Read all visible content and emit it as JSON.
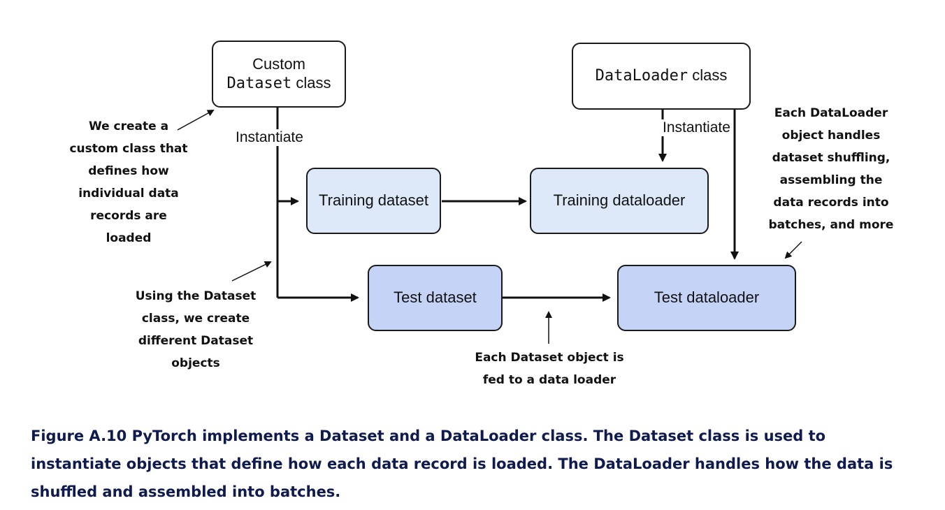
{
  "boxes": {
    "custom_dataset": {
      "line1": "Custom",
      "line2_code": "Dataset",
      "line2_text": " class"
    },
    "dataloader_class": {
      "code": "DataLoader",
      "text": " class"
    },
    "training_dataset": "Training dataset",
    "training_dataloader": "Training dataloader",
    "test_dataset": "Test dataset",
    "test_dataloader": "Test dataloader"
  },
  "edge_labels": {
    "instantiate_left": "Instantiate",
    "instantiate_right": "Instantiate"
  },
  "annotations": {
    "custom_class": [
      "We create a",
      "custom class that",
      "defines how",
      "individual data",
      "records are loaded"
    ],
    "using_dataset": [
      "Using the Dataset",
      "class, we create",
      "different Dataset",
      "objects"
    ],
    "fed_to_loader": [
      "Each Dataset object is",
      "fed to a data loader"
    ],
    "dataloader_handles": [
      "Each DataLoader",
      "object handles",
      "dataset shuffling,",
      "assembling the",
      "data records into",
      "batches, and more"
    ]
  },
  "caption": "Figure A.10 PyTorch implements a Dataset and a DataLoader class. The Dataset class is used to instantiate objects that define how each data record is loaded. The DataLoader handles how the data is shuffled and assembled into batches."
}
